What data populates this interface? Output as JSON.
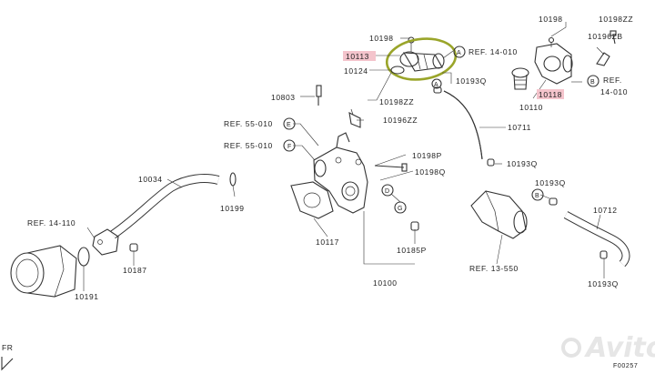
{
  "labels": {
    "p10198_a": "10198",
    "p10113": "10113",
    "p10124": "10124",
    "p10803": "10803",
    "p10198zz_a": "10198ZZ",
    "p10196zz_a": "10196ZZ",
    "p10193q_a": "10193Q",
    "p10711": "10711",
    "p10198_b": "10198",
    "p10198zz_b": "10198ZZ",
    "p10196zb": "10196ZB",
    "p10118": "10118",
    "p10110": "10110",
    "ref14010_a": "REF. 14-010",
    "ref14010_b": "REF.",
    "ref14010_b2": "14-010",
    "ref55010_e": "REF. 55-010",
    "ref55010_f": "REF. 55-010",
    "p10198p": "10198P",
    "p10198q": "10198Q",
    "p10193q_b": "10193Q",
    "p10034": "10034",
    "p10199": "10199",
    "p10117": "10117",
    "p10185p": "10185P",
    "p10100": "10100",
    "p10193q_c": "10193Q",
    "p10712": "10712",
    "p10193q_d": "10193Q",
    "ref14110": "REF. 14-110",
    "p10187": "10187",
    "p10191": "10191",
    "ref13550": "REF. 13-550",
    "fig_code": "F00257",
    "fr_mark": "FR"
  },
  "callouts": {
    "A1": "A",
    "B1": "B",
    "E1": "E",
    "F1": "F",
    "D1": "D",
    "G1": "G",
    "A2": "A",
    "B2": "B"
  },
  "highlighted_parts": [
    "10113",
    "10118"
  ],
  "highlight_color": "#f4c4cc",
  "ring_color": "#9aa52a",
  "watermark": "Avito"
}
